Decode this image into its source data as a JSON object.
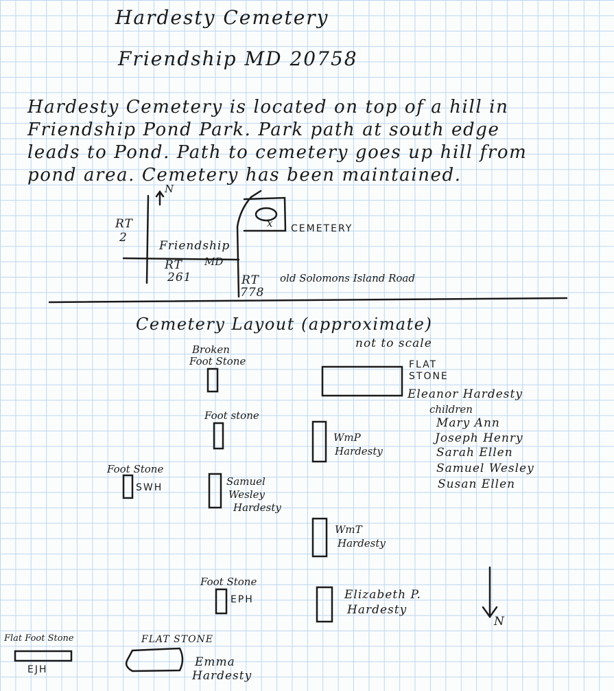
{
  "header": {
    "title": "Hardesty Cemetery",
    "location": "Friendship MD 20758"
  },
  "description": {
    "lines": [
      "Hardesty Cemetery is located on top of a hill in",
      "Friendship Pond Park.  Park path at south edge",
      "leads to Pond.  Path to cemetery goes up hill from",
      "pond area.  Cemetery has been maintained."
    ]
  },
  "map": {
    "north": "N",
    "rt2_line1": "RT",
    "rt2_line2": "2",
    "town": "Friendship",
    "rt261_line1": "RT",
    "rt261_line2": "261",
    "state": "MD",
    "rt778_line1": "RT",
    "rt778_line2": "778",
    "old_road": "old Solomons Island Road",
    "cemetery_mark": "x",
    "cemetery_label": "CEMETERY"
  },
  "layout": {
    "title": "Cemetery Layout (approximate)",
    "subtitle": "not to scale",
    "north": "N",
    "stones": {
      "broken_foot_stone_1": "Broken",
      "broken_foot_stone_2": "Foot Stone",
      "foot_stone_a": "Foot stone",
      "foot_stone_swh": "Foot Stone",
      "swh": "SWH",
      "samuel_1": "Samuel",
      "samuel_2": "Wesley",
      "samuel_3": "Hardesty",
      "flat_stone_1": "FLAT",
      "flat_stone_2": "STONE",
      "eleanor": "Eleanor Hardesty",
      "children": "children",
      "child_1": "Mary Ann",
      "child_2": "Joseph Henry",
      "child_3": "Sarah Ellen",
      "child_4": "Samuel Wesley",
      "child_5": "Susan Ellen",
      "wmp_1": "WmP",
      "wmp_2": "Hardesty",
      "wmt_1": "WmT",
      "wmt_2": "Hardesty",
      "foot_stone_eph": "Foot Stone",
      "eph": "EPH",
      "elizabeth_1": "Elizabeth P.",
      "elizabeth_2": "Hardesty",
      "flat_foot_stone": "Flat Foot Stone",
      "ejh": "EJH",
      "flat_stone_emma": "FLAT STONE",
      "emma_1": "Emma",
      "emma_2": "Hardesty"
    }
  }
}
